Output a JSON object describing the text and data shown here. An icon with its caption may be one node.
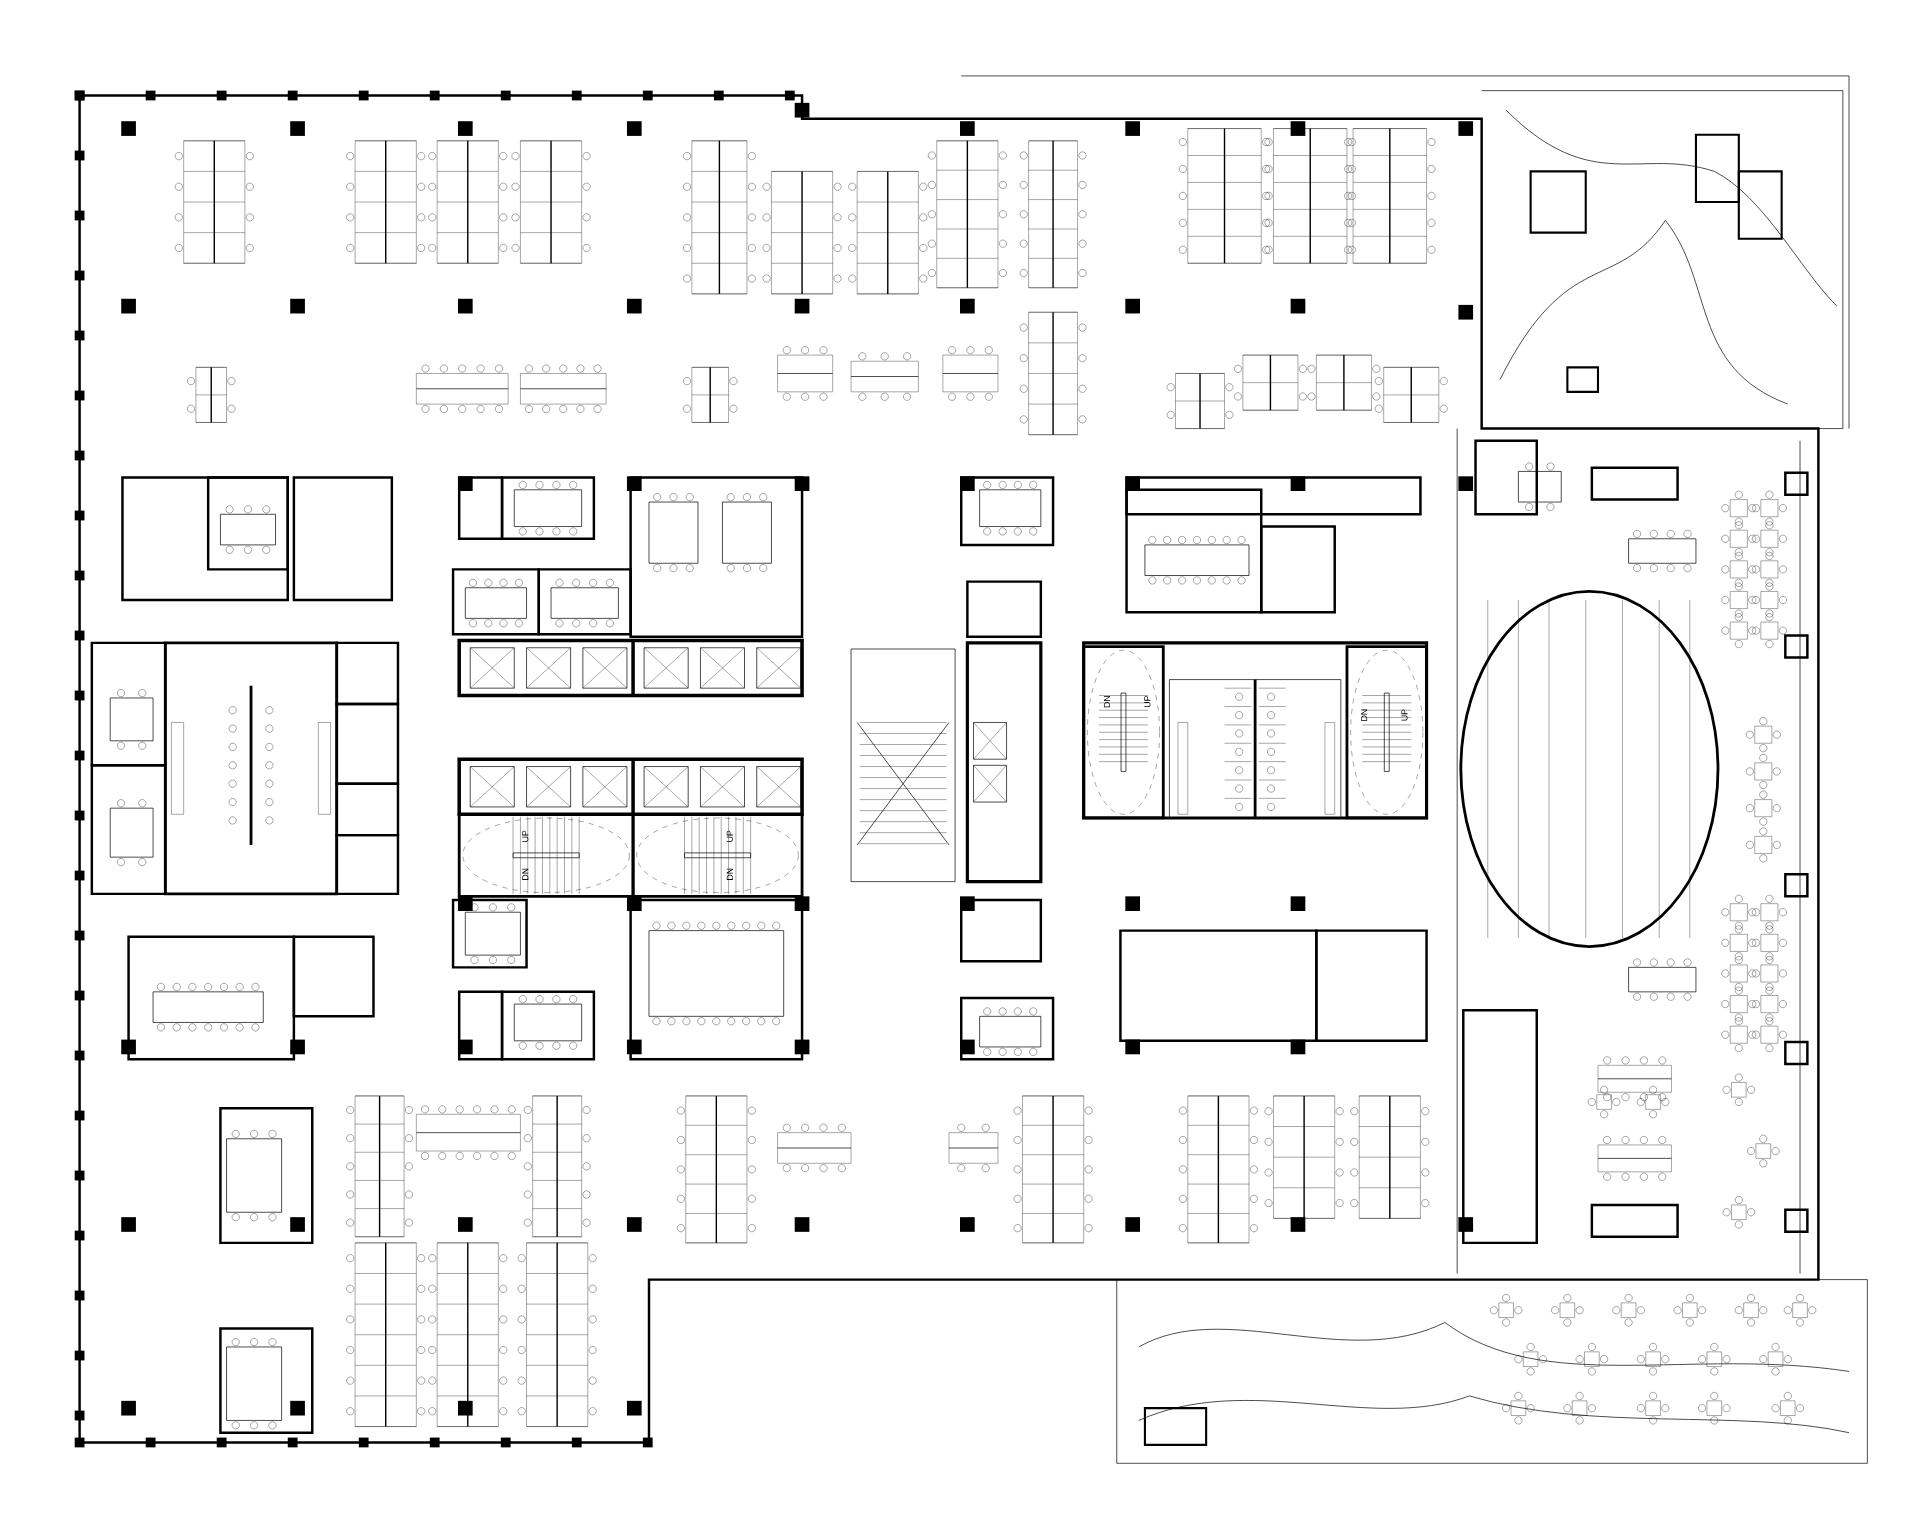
{
  "diagram": {
    "labels": [
      "DN",
      "UP",
      "DN",
      "UP",
      "UP",
      "UP",
      "DN",
      "DN"
    ]
  }
}
